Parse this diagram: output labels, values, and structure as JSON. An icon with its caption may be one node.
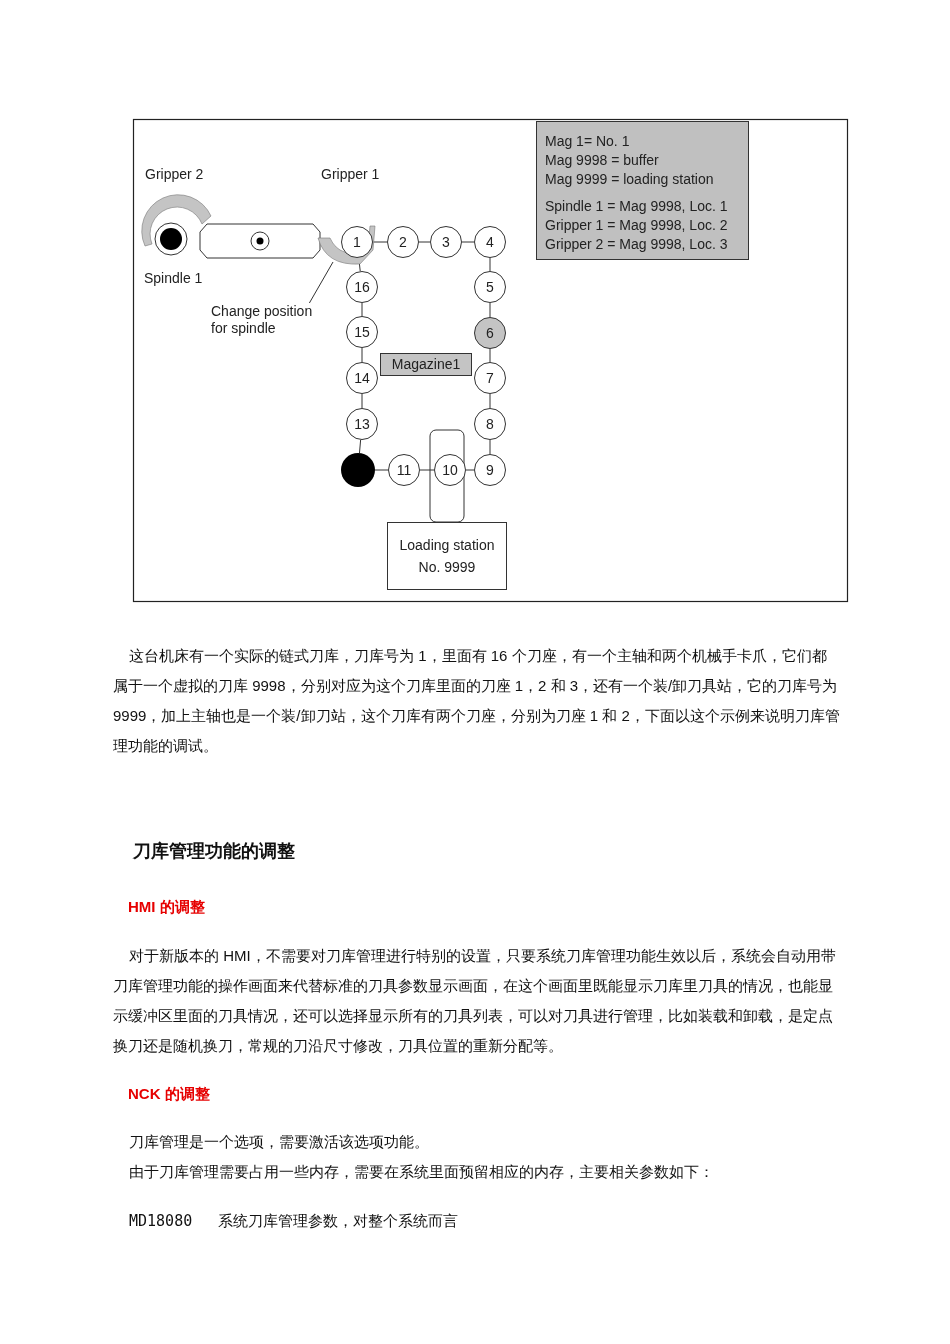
{
  "diagram": {
    "nodes": [
      {
        "text": [
          "Mag 1= No. 1",
          "Mag 9998 = buffer",
          "Mag 9999 = loading station",
          "Spindle 1 = Mag 9998, Loc. 1",
          "Gripper 1 = Mag 9998, Loc. 2",
          "Gripper 2 = Mag 9998, Loc. 3"
        ]
      },
      {
        "text": [
          "Change position for spindle"
        ]
      },
      {
        "text": [
          "1"
        ]
      },
      {
        "text": [
          "2"
        ]
      },
      {
        "text": [
          "3"
        ]
      },
      {
        "text": [
          "4"
        ]
      },
      {
        "text": [
          "5"
        ]
      },
      {
        "text": [
          "6"
        ]
      },
      {
        "text": [
          "7"
        ]
      },
      {
        "text": [
          "8"
        ]
      },
      {
        "text": [
          "9"
        ]
      },
      {
        "text": [
          "10"
        ]
      },
      {
        "text": [
          "11"
        ]
      },
      {
        "text": [],
        "shape": "circle"
      },
      {
        "text": [
          "13"
        ]
      },
      {
        "text": [
          "14"
        ]
      },
      {
        "text": [
          "15"
        ]
      },
      {
        "text": [
          "16"
        ]
      },
      {
        "text": [
          "Magazine1"
        ]
      },
      {
        "text": [
          "Loading station No. 9999"
        ]
      },
      {
        "text": [],
        "shape": "crescent"
      }
    ],
    "edges": [
      {
        "from": 2,
        "to": 3,
        "arrow": "none"
      },
      {
        "from": 3,
        "to": 4,
        "arrow": "none"
      },
      {
        "from": 4,
        "to": 5,
        "arrow": "none"
      },
      {
        "from": 5,
        "to": 6,
        "arrow": "none"
      },
      {
        "from": 6,
        "to": 7,
        "arrow": "none"
      },
      {
        "from": 7,
        "to": 8,
        "arrow": "none"
      },
      {
        "from": 8,
        "to": 9,
        "arrow": "none"
      },
      {
        "from": 9,
        "to": 10,
        "arrow": "none"
      },
      {
        "from": 10,
        "to": 11,
        "arrow": "none"
      },
      {
        "from": 11,
        "to": 12,
        "arrow": "none"
      },
      {
        "from": 12,
        "to": 13,
        "arrow": "none"
      },
      {
        "from": 13,
        "to": 14,
        "arrow": "none"
      },
      {
        "from": 14,
        "to": 15,
        "arrow": "none"
      },
      {
        "from": 15,
        "to": 16,
        "arrow": "none"
      },
      {
        "from": 16,
        "to": 17,
        "arrow": "none"
      },
      {
        "from": 17,
        "to": 2,
        "arrow": "none"
      },
      {
        "from": 1,
        "to": 20,
        "arrow": "none"
      }
    ],
    "labels": [
      "Gripper 2",
      "Gripper 1",
      "Spindle 1",
      "这台机床有一个实际的链式刀库，刀库号为 1，里面有 16 个刀座，有一个主轴和两个机械手卡爪，它们都属于一个虚拟的刀库 9998，分别对应为这个刀库里面的刀座 1，2 和 3，还有一个装/卸刀具站，它的刀库号为 9999，加上主轴也是一个装/卸刀站，这个刀库有两个刀座，分别为刀座 1 和 2，下面以这个示例来说明刀库管理功能的调试。",
      "刀库管理功能的调整",
      "HMI 的调整",
      "对于新版本的 HMI，不需要对刀库管理进行特别的设置，只要系统刀库管理功能生效以后，系统会自动用带刀库管理功能的操作画面来代替标准的刀具参数显示画面，在这个画面里既能显示刀库里刀具的情况，也能显示缓冲区里面的刀具情况，还可以选择显示所有的刀具列表，可以对刀具进行管理，比如装载和卸载，是定点换刀还是随机换刀，常规的刀沿尺寸修改，刀具位置的重新分配等。",
      "NCK 的调整",
      "刀库管理是一个选项，需要激活该选项功能。",
      "由于刀库管理需要占用一些内存，需要在系统里面预留相应的内存，主要相关参数如下：",
      "MD18080",
      "系统刀库管理参数，对整个系统而言"
    ]
  }
}
